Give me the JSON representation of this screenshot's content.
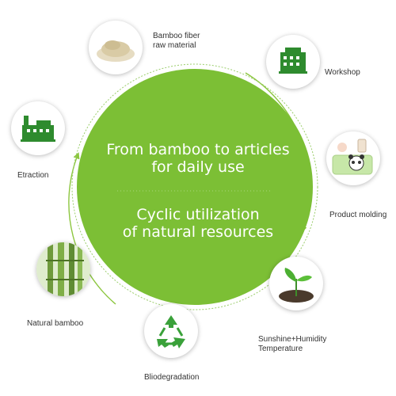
{
  "center": {
    "line1": "From bamboo to articles",
    "line2": "for daily use",
    "line3": "Cyclic utilization",
    "line4": "of natural resources",
    "fill_color": "#7cbf35"
  },
  "steps": [
    {
      "id": "bamboo-fiber",
      "label_line1": "Bamboo fiber",
      "label_line2": "raw material",
      "icon": "fiber-powder-icon"
    },
    {
      "id": "workshop",
      "label_line1": "Workshop",
      "icon": "factory-building-icon"
    },
    {
      "id": "product-molding",
      "label_line1": "Product molding",
      "icon": "panda-plate-icon"
    },
    {
      "id": "sunshine-humidity",
      "label_line1": "Sunshine+Humidity",
      "label_line2": "Temperature",
      "icon": "seedling-icon"
    },
    {
      "id": "biodegradation",
      "label_line1": "Bliodegradation",
      "icon": "recycle-icon"
    },
    {
      "id": "natural-bamboo",
      "label_line1": "Natural bamboo",
      "icon": "bamboo-stalks-icon"
    },
    {
      "id": "extraction",
      "label_line1": "Etraction",
      "icon": "extraction-plant-icon"
    }
  ],
  "colors": {
    "green": "#7cbf35",
    "dark_green": "#2e8b2e",
    "arrow": "#8cc63f"
  }
}
